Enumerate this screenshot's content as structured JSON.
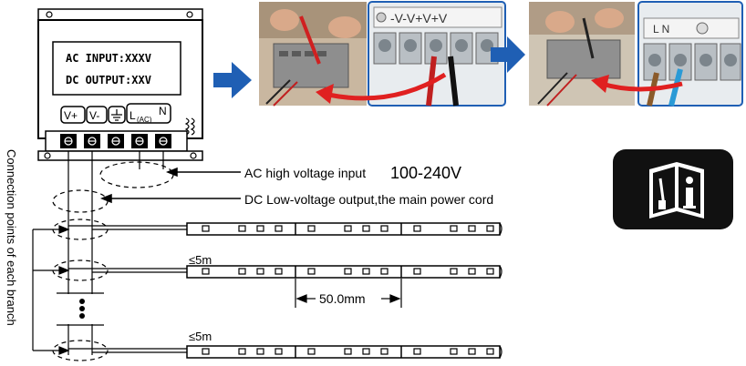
{
  "power_supply": {
    "ac_input_label": "AC INPUT:XXXV",
    "dc_output_label": "DC OUTPUT:XXV",
    "terminals": {
      "v_plus": "V+",
      "v_minus": "V-",
      "ground_icon": "ground-symbol-icon",
      "l": "L",
      "ac": "(AC)",
      "n": "N"
    }
  },
  "photos": {
    "photo_1_icon": "hand-wiring-photo",
    "photo_2_labels": "-V-V+V+V",
    "photo_3_icon": "hand-wiring-photo",
    "photo_4_labels": "L N",
    "arrow_icon": "blue-right-arrow-icon"
  },
  "annotations": {
    "ac_input": "AC high voltage input",
    "ac_voltage": "100-240V",
    "dc_output": "DC Low-voltage output,the main power cord",
    "branch_points": "Connection points of each branch",
    "max_length_1": "≤5m",
    "max_length_2": "≤5m",
    "spacing": "50.0mm"
  },
  "manual_icon": "instruction-manual-icon",
  "colors": {
    "arrow_blue": "#1f5fb4",
    "curve_red": "#e02020",
    "icon_black": "#111111",
    "line": "#000000"
  }
}
